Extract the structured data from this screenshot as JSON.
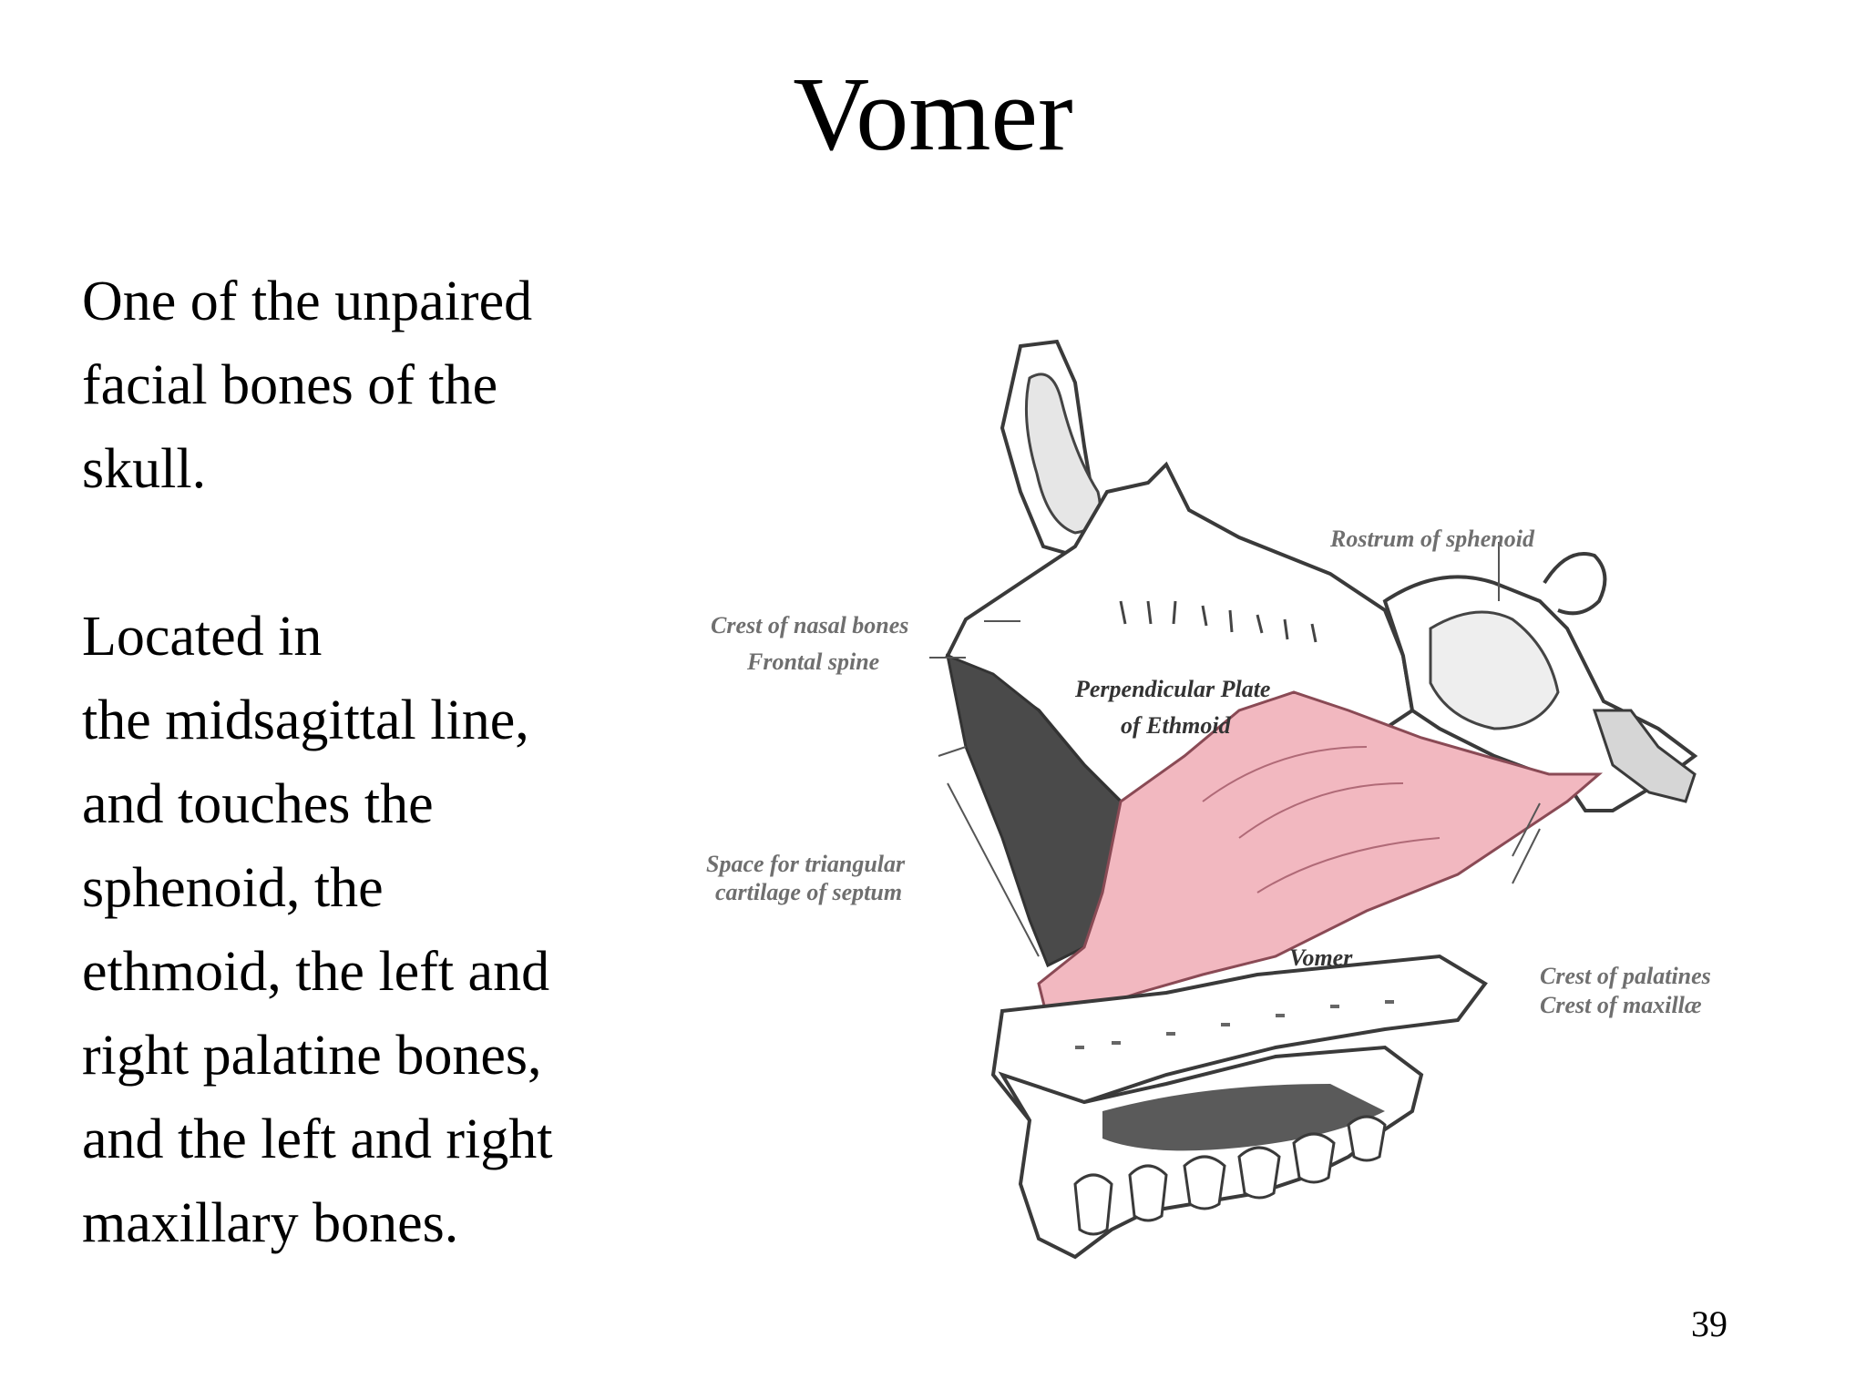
{
  "slide": {
    "title": "Vomer",
    "paragraphs": [
      [
        "One of the unpaired",
        "facial bones of the",
        "skull."
      ],
      [
        "Located in",
        "the midsagittal line,",
        "and touches the",
        "sphenoid, the",
        "ethmoid, the left and",
        "right palatine bones,",
        "and the left and right",
        "maxillary bones."
      ]
    ],
    "page_number": "39"
  },
  "figure": {
    "labels": {
      "rostrum": "Rostrum of sphenoid",
      "crest_nasal": "Crest of nasal bones",
      "frontal_spine": "Frontal spine",
      "perpendicular_1": "Perpendicular Plate",
      "perpendicular_2": "of Ethmoid",
      "space_1": "Space for triangular",
      "space_2": "cartilage of septum",
      "vomer": "Vomer",
      "crest_palatines": "Crest of palatines",
      "crest_maxillae": "Crest of maxillæ"
    },
    "colors": {
      "vomer_fill": "#f2b8c0",
      "outline": "#3a3a3a",
      "shading": "#4a4a4a"
    }
  }
}
